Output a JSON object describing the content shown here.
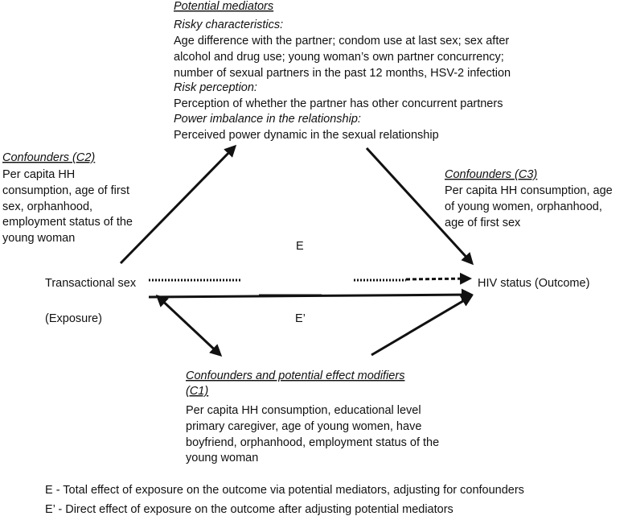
{
  "mediators": {
    "heading": "Potential mediators",
    "risky_title": "Risky characteristics:",
    "risky_lines": [
      "Age difference with the partner; condom use at last sex; sex after",
      "alcohol and drug use; young woman’s own partner concurrency;",
      "number of sexual partners in the past 12 months, HSV-2 infection"
    ],
    "perception_title": "Risk perception:",
    "perception_line": "Perception of whether the partner has other concurrent partners",
    "power_title": "Power imbalance in the relationship:",
    "power_line": "Perceived power dynamic in the sexual relationship"
  },
  "c2": {
    "heading": "Confounders (C2)",
    "lines": [
      "Per capita HH",
      "consumption, age of first",
      "sex, orphanhood,",
      "employment status of the",
      "young woman"
    ]
  },
  "c3": {
    "heading": "Confounders (C3)",
    "lines": [
      "Per capita HH consumption, age",
      "of young women, orphanhood,",
      "age of first sex"
    ]
  },
  "exposure": {
    "label": "Transactional sex",
    "sublabel": "(Exposure)"
  },
  "outcome": {
    "label": "HIV status (Outcome)"
  },
  "paths": {
    "total_label": "E",
    "direct_label": "E’"
  },
  "c1": {
    "heading_lines": [
      "Confounders and potential effect modifiers",
      "(C1)"
    ],
    "lines": [
      "Per capita HH consumption, educational level",
      "primary caregiver, age of young women, have",
      "boyfriend, orphanhood, employment status of the",
      "young woman"
    ]
  },
  "legend": {
    "total": "E - Total effect of exposure on the outcome via potential mediators, adjusting for confounders",
    "direct": "E’ - Direct effect of exposure on the outcome after adjusting potential mediators"
  }
}
